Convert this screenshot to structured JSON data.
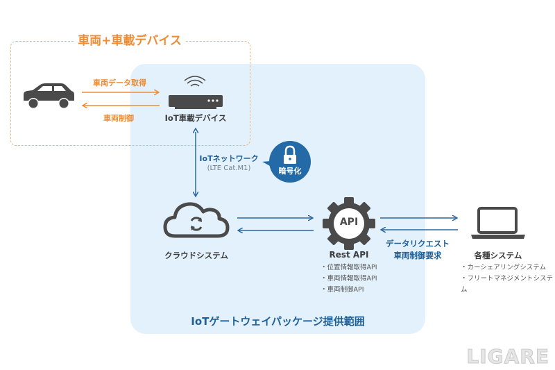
{
  "vehicle_group": {
    "title": "車両+車載デバイス",
    "arrow_data_label": "車両データ取得",
    "arrow_control_label": "車両制御",
    "device_label": "IoT車載デバイス"
  },
  "network": {
    "label": "IoTネットワーク",
    "sub_label": "(LTE Cat.M1)"
  },
  "encryption_badge": {
    "label": "暗号化",
    "icon": "lock-icon"
  },
  "cloud": {
    "label": "クラウドシステム",
    "icon": "cloud-sync-icon"
  },
  "rest_api": {
    "label": "Rest API",
    "gear_text": "API",
    "items": [
      "・位置情報取得API",
      "・車両情報取得API",
      "・車両制御API"
    ]
  },
  "external": {
    "arrow_label_1": "データリクエスト",
    "arrow_label_2": "車両制御要求",
    "label": "各種システム",
    "icon": "laptop-icon",
    "items": [
      "・カーシェアリングシステム",
      "・フリートマネジメントシステム"
    ]
  },
  "scope_title": "IoTゲートウェイパッケージ提供範囲",
  "watermark": "LIGARE",
  "colors": {
    "orange": "#ef8c33",
    "blue": "#1f5f96",
    "scope_bg": "#e3f1fc",
    "icon_gray": "#4a4a4a",
    "badge": "#236aa6"
  }
}
